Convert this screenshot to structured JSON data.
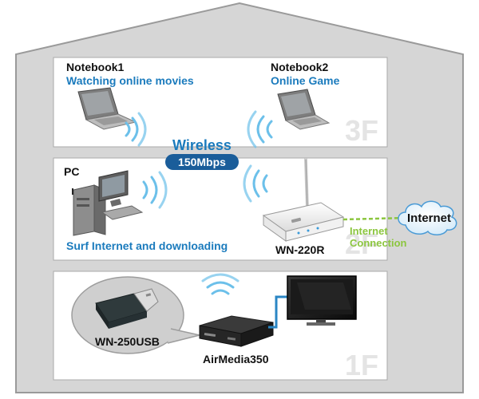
{
  "floors": {
    "third": {
      "label": "3F",
      "notebook1": {
        "name": "Notebook1",
        "activity": "Watching online movies"
      },
      "notebook2": {
        "name": "Notebook2",
        "activity": "Online Game"
      }
    },
    "second": {
      "label": "2F",
      "pc": {
        "name": "PC",
        "activity": "Surf Internet and downloading"
      },
      "router": {
        "name": "WN-220R"
      }
    },
    "first": {
      "label": "1F",
      "usb_adapter": {
        "name": "WN-250USB"
      },
      "media_player": {
        "name": "AirMedia350"
      }
    }
  },
  "wireless": {
    "title": "Wireless",
    "speed": "150Mbps"
  },
  "internet": {
    "cloud_label": "Internet",
    "connection_label_line1": "Internet",
    "connection_label_line2": "Connection"
  },
  "colors": {
    "house_outline": "#9a9a9a",
    "house_fill": "#d6d6d6",
    "room_fill": "#ffffff",
    "text_blue": "#1b7bbd",
    "badge_blue": "#1a5d9a",
    "wifi_blue": "#6cc0ea",
    "internet_green": "#8cc63f",
    "cable_blue": "#2a86c4"
  }
}
